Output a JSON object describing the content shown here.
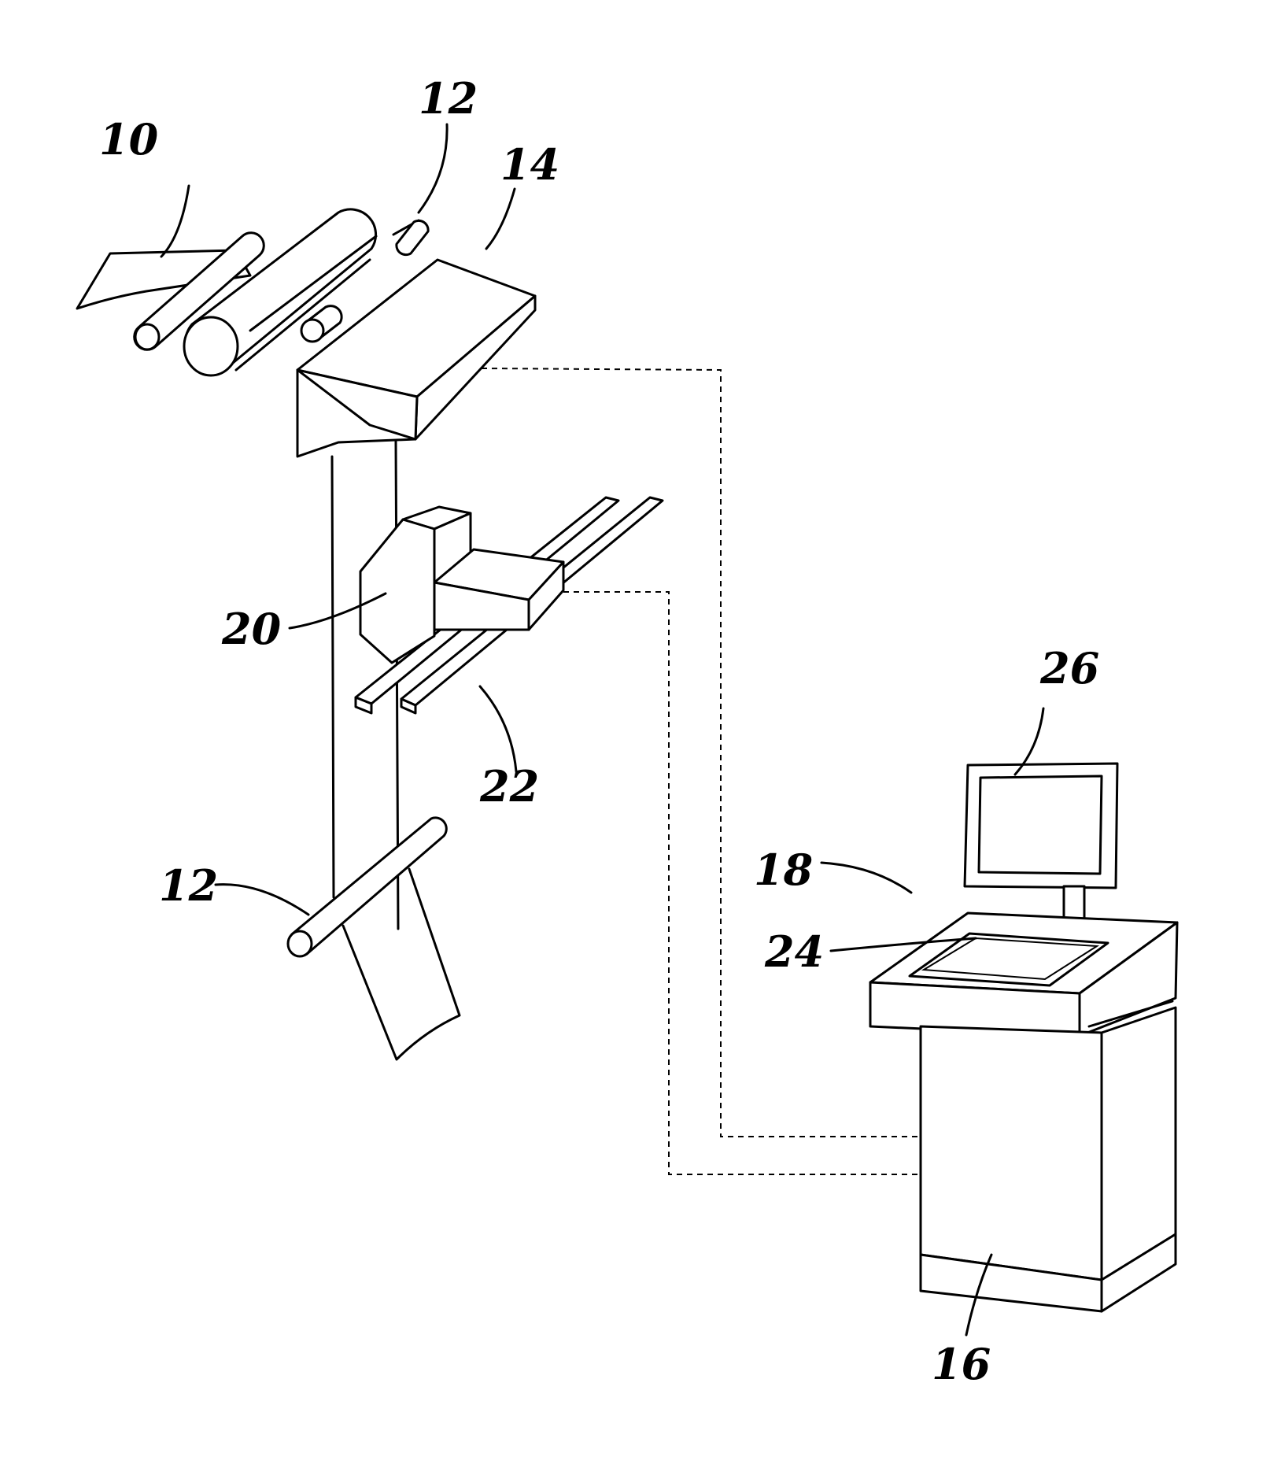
{
  "figure": {
    "labels": [
      {
        "id": "web",
        "text": "10"
      },
      {
        "id": "roller-top",
        "text": "12"
      },
      {
        "id": "sensor-head",
        "text": "14"
      },
      {
        "id": "cutter-head",
        "text": "20"
      },
      {
        "id": "rails",
        "text": "22"
      },
      {
        "id": "display",
        "text": "26"
      },
      {
        "id": "workstation",
        "text": "18"
      },
      {
        "id": "roller-bottom",
        "text": "12"
      },
      {
        "id": "touchscreen",
        "text": "24"
      },
      {
        "id": "cabinet",
        "text": "16"
      }
    ]
  }
}
